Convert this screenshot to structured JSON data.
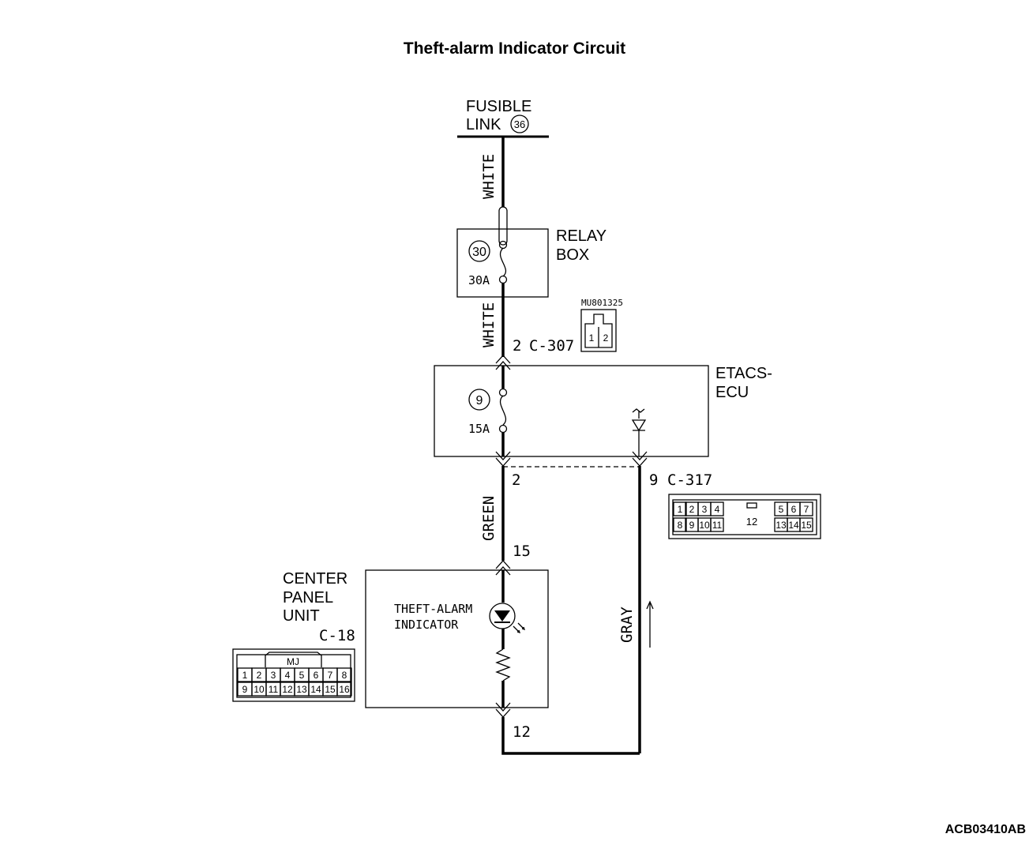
{
  "title": "Theft-alarm Indicator Circuit",
  "figure_code": "ACB03410AB",
  "fusible_link": {
    "label_line1": "FUSIBLE",
    "label_line2": "LINK",
    "number": "36"
  },
  "relay_box": {
    "label_line1": "RELAY",
    "label_line2": "BOX",
    "fuse_number": "30",
    "fuse_rating": "30A"
  },
  "etacs_ecu": {
    "label_line1": "ETACS-",
    "label_line2": "ECU",
    "fuse_number": "9",
    "fuse_rating": "15A"
  },
  "center_panel_unit": {
    "label_line1": "CENTER",
    "label_line2": "PANEL",
    "label_line3": "UNIT",
    "connector": "C-18",
    "indicator_line1": "THEFT-ALARM",
    "indicator_line2": "INDICATOR"
  },
  "wires": {
    "white_upper": "WHITE",
    "white_lower": "WHITE",
    "green": "GREEN",
    "gray": "GRAY"
  },
  "pins": {
    "c307_pin": "2",
    "c307_name": "C-307",
    "c317_left_pin": "2",
    "c317_right_pin": "9",
    "c317_name": "C-317",
    "c18_top_pin": "15",
    "c18_bottom_pin": "12"
  },
  "connectors": {
    "mu801325": {
      "part_number": "MU801325",
      "pins": [
        "1",
        "2"
      ]
    },
    "c317": {
      "top_row": [
        "1",
        "2",
        "3",
        "4",
        "5",
        "6",
        "7"
      ],
      "bottom_row": [
        "8",
        "9",
        "10",
        "11",
        "13",
        "14",
        "15"
      ],
      "center": "12"
    },
    "c18": {
      "tag": "MJ",
      "top_row": [
        "1",
        "2",
        "3",
        "4",
        "5",
        "6",
        "7",
        "8"
      ],
      "bottom_row": [
        "9",
        "10",
        "11",
        "12",
        "13",
        "14",
        "15",
        "16"
      ]
    }
  }
}
